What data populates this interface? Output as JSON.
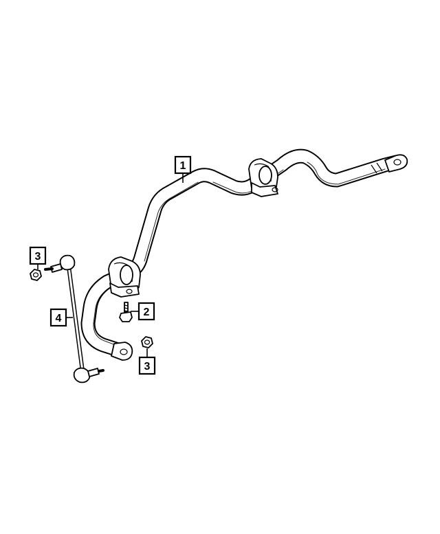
{
  "callouts": [
    {
      "id": "part-1",
      "label": "1"
    },
    {
      "id": "part-2",
      "label": "2"
    },
    {
      "id": "part-3a",
      "label": "3"
    },
    {
      "id": "part-3b",
      "label": "3"
    },
    {
      "id": "part-4",
      "label": "4"
    }
  ],
  "colors": {
    "line": "#000000",
    "background": "#ffffff"
  }
}
